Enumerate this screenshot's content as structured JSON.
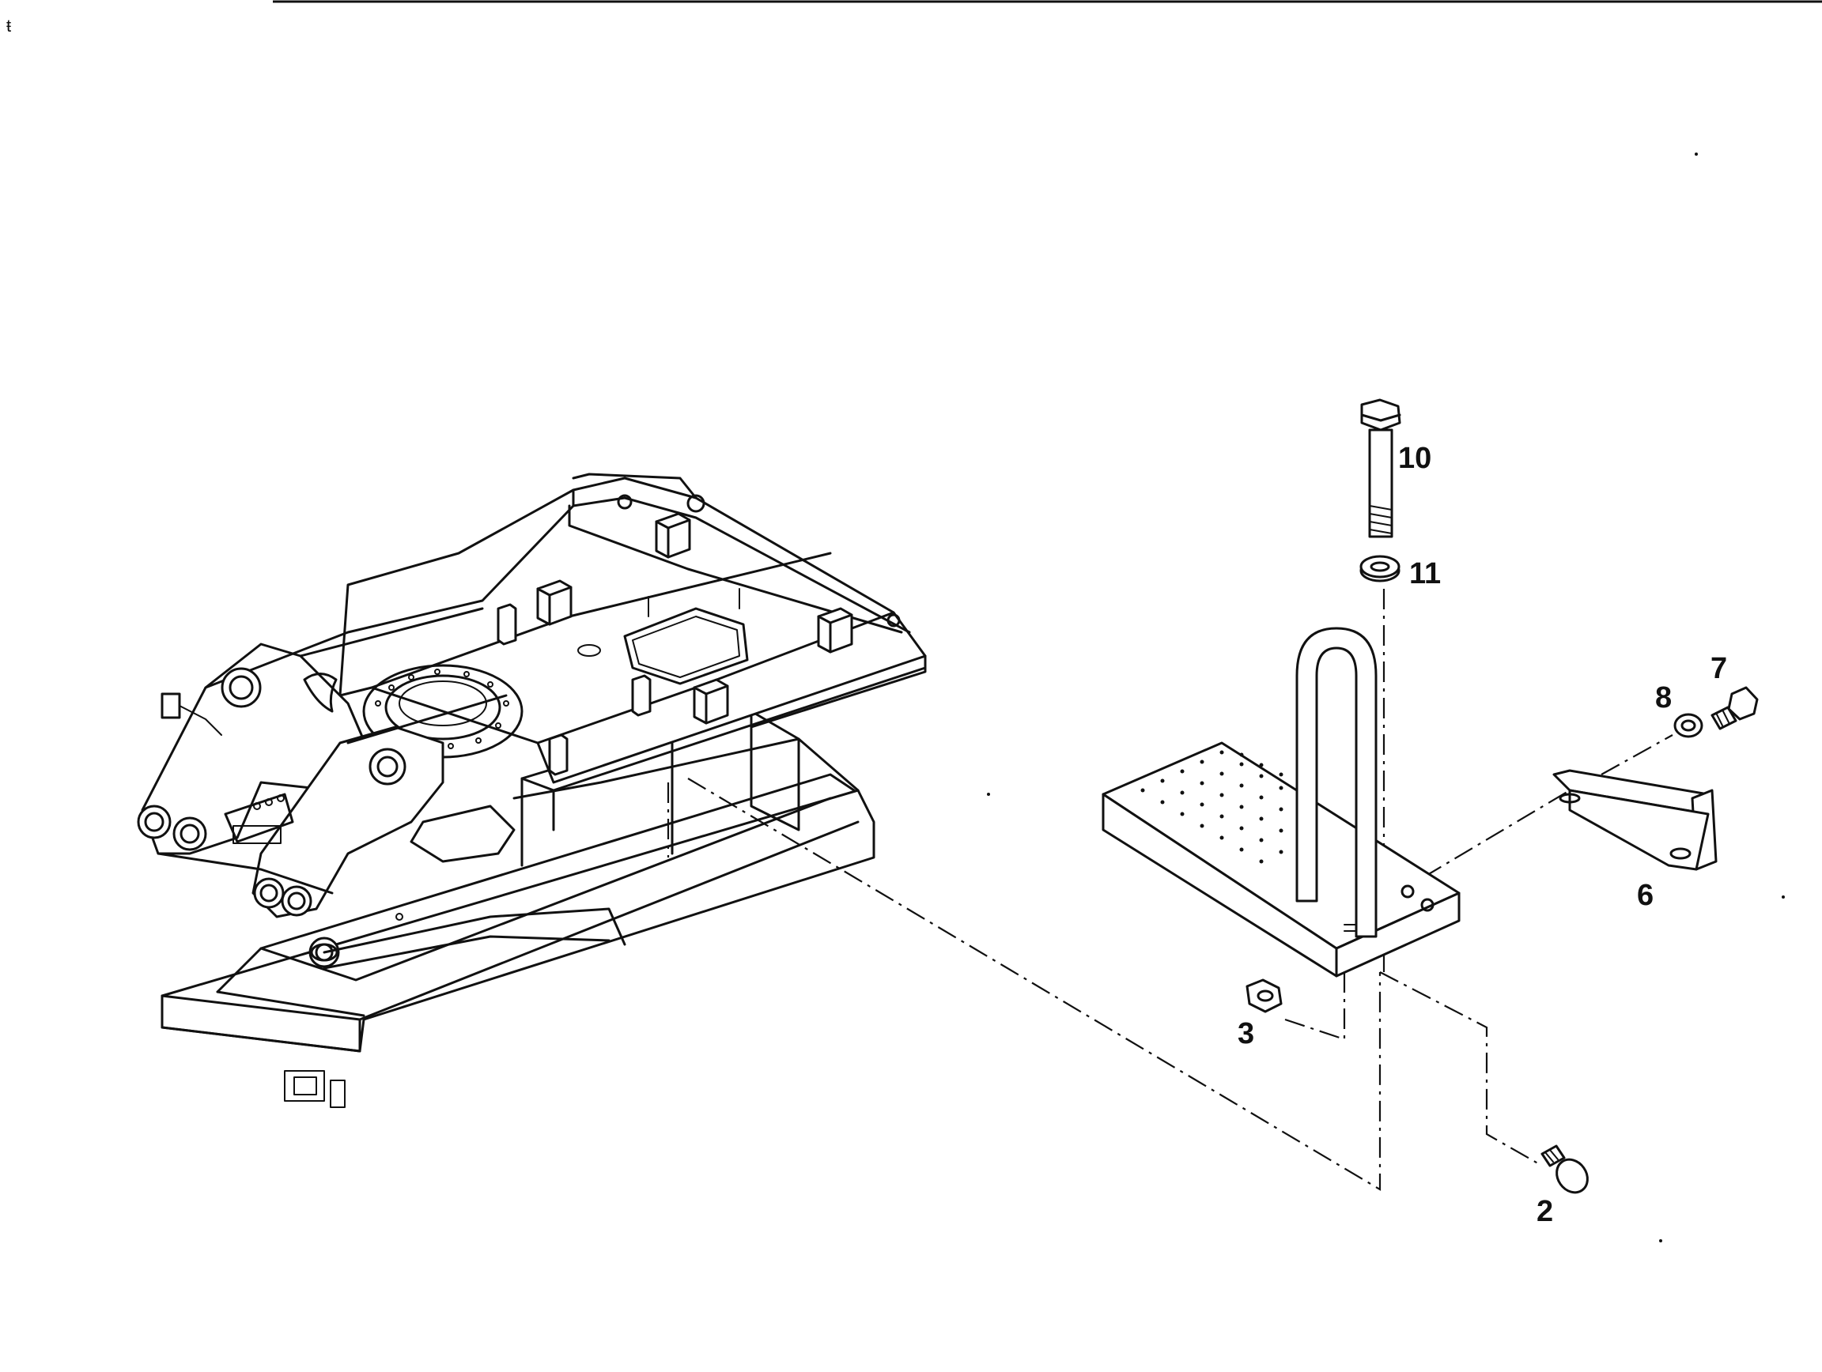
{
  "callouts": {
    "c10": "10",
    "c11": "11",
    "c7": "7",
    "c8": "8",
    "c6": "6",
    "c3": "3",
    "c2": "2"
  },
  "icons": [
    "hex-bolt-icon",
    "washer-icon",
    "hex-nut-icon",
    "flange-bolt-icon",
    "bracket-icon",
    "u-bolt-icon",
    "step-plate-icon"
  ],
  "colors": {
    "ink": "#111111",
    "paper": "#ffffff"
  }
}
